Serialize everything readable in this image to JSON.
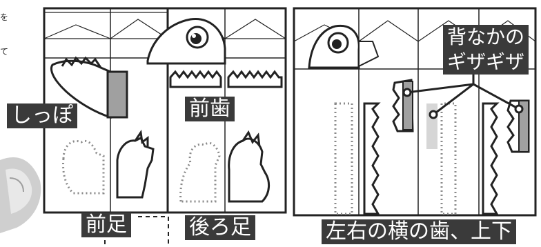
{
  "labels": {
    "tail": "しっぽ",
    "front_teeth": "前歯",
    "back_spikes": "背なかの\nギザギザ",
    "front_legs": "前足",
    "hind_legs": "後ろ足",
    "side_teeth": "左右の横の歯、上下"
  },
  "edge_text": [
    "を",
    "て"
  ],
  "colors": {
    "outline": "#222222",
    "label_bg": "#3a3a3a",
    "label_text": "#ffffff",
    "gray_fill": "#a0a0a0",
    "light_gray_fill": "#d6d6d6"
  }
}
